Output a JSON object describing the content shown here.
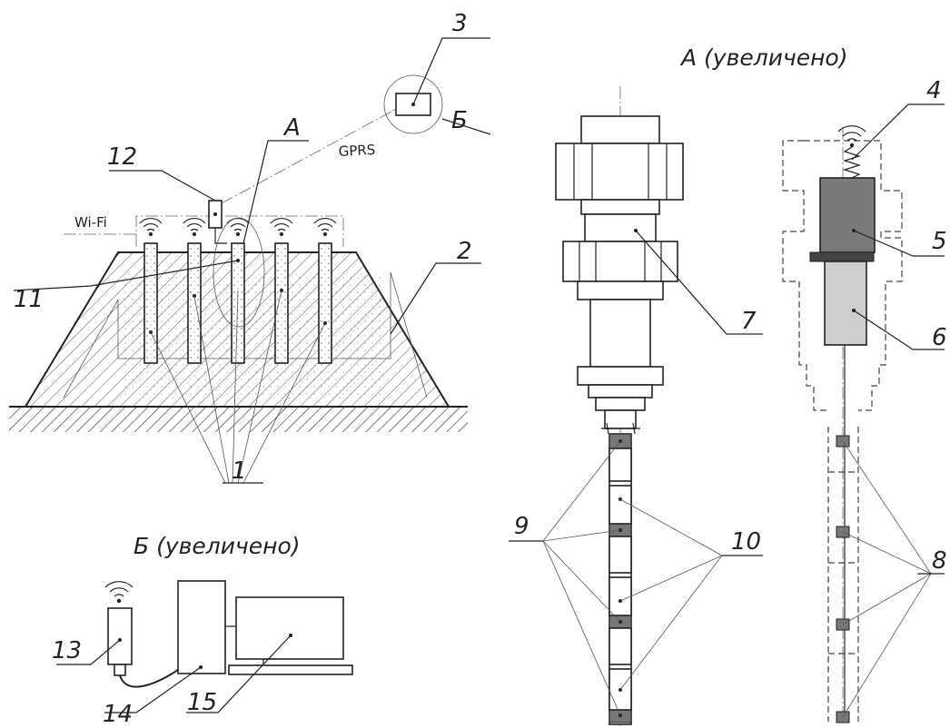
{
  "labels": {
    "n1": "1",
    "n2": "2",
    "n3": "3",
    "n4": "4",
    "n5": "5",
    "n6": "6",
    "n7": "7",
    "n8": "8",
    "n9": "9",
    "n10": "10",
    "n11": "11",
    "n12": "12",
    "n13": "13",
    "n14": "14",
    "n15": "15",
    "letter_a": "А",
    "letter_b": "Б"
  },
  "captions": {
    "view_a": "А (увеличено)",
    "view_b": "Б (увеличено)"
  },
  "protocols": {
    "wifi": "Wi-Fi",
    "gprs": "GPRS"
  }
}
